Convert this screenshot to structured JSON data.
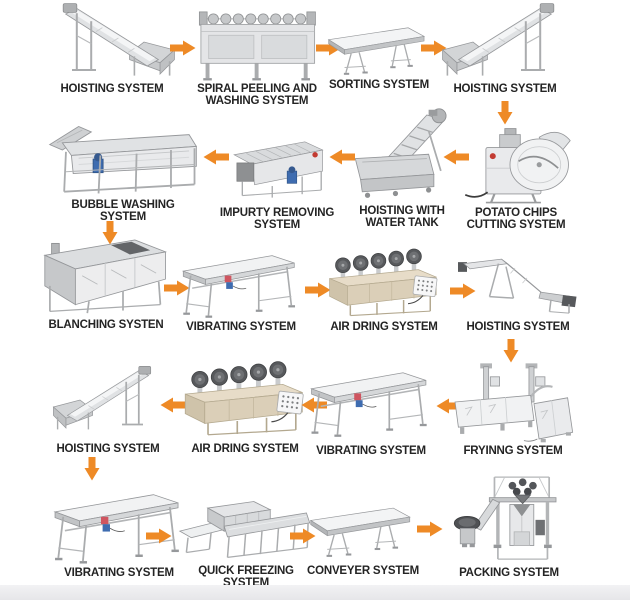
{
  "diagram": {
    "background_color": "#ffffff",
    "bottom_band_color": "#e8e8ea",
    "arrow_color": "#ee8a26",
    "label_color": "#242424",
    "steps": [
      {
        "n": 1,
        "machine": "inclined-hoisting-conveyor",
        "label": [
          "HOISTING SYSTEM"
        ]
      },
      {
        "n": 2,
        "machine": "spiral-peeling-washing-machine",
        "label": [
          "SPIRAL PEELING AND",
          "WASHING  SYSTEM"
        ]
      },
      {
        "n": 3,
        "machine": "belt-conveyor",
        "label": [
          "SORTING SYSTEM"
        ]
      },
      {
        "n": 4,
        "machine": "inclined-hoisting-conveyor",
        "label": [
          "HOISTING SYSTEM"
        ]
      },
      {
        "n": 5,
        "machine": "potato-chips-cutting-machine",
        "label": [
          "POTATO CHIPS",
          "CUTTING SYSTEM"
        ]
      },
      {
        "n": 6,
        "machine": "hoisting-conveyor-with-water-tank",
        "label": [
          "HOISTING  WITH",
          "WATER TANK"
        ]
      },
      {
        "n": 7,
        "machine": "impurity-removing-machine",
        "label": [
          "IMPURTY REMOVING",
          "SYSTEM"
        ]
      },
      {
        "n": 8,
        "machine": "bubble-washing-machine",
        "label": [
          "BUBBLE  WASHING",
          "SYSTEM"
        ]
      },
      {
        "n": 9,
        "machine": "blanching-machine",
        "label": [
          "BLANCHING  SYSTEN"
        ]
      },
      {
        "n": 10,
        "machine": "vibrating-screen",
        "label": [
          "VIBRATING SYSTEM"
        ]
      },
      {
        "n": 11,
        "machine": "air-drying-machine",
        "label": [
          "AIR DRING SYSTEM"
        ]
      },
      {
        "n": 12,
        "machine": "z-type-hoisting-conveyor",
        "label": [
          "HOISTING SYSTEM"
        ]
      },
      {
        "n": 13,
        "machine": "frying-machine",
        "label": [
          "FRYINNG SYSTEM"
        ]
      },
      {
        "n": 14,
        "machine": "vibrating-screen",
        "label": [
          "VIBRATING SYSTEM"
        ]
      },
      {
        "n": 15,
        "machine": "air-drying-machine",
        "label": [
          "AIR DRING SYSTEM"
        ]
      },
      {
        "n": 16,
        "machine": "inclined-hoisting-conveyor",
        "label": [
          "HOISTING SYSTEM"
        ]
      },
      {
        "n": 17,
        "machine": "vibrating-screen",
        "label": [
          "VIBRATING SYSTEM"
        ]
      },
      {
        "n": 18,
        "machine": "quick-freezing-tunnel",
        "label": [
          "QUICK FREEZING",
          "SYSTEM"
        ]
      },
      {
        "n": 19,
        "machine": "belt-conveyor",
        "label": [
          "CONVEYER SYSTEM"
        ]
      },
      {
        "n": 20,
        "machine": "packing-machine",
        "label": [
          "PACKING  SYSTEM"
        ]
      }
    ],
    "connections": [
      {
        "from": 1,
        "to": 2,
        "dir": "right"
      },
      {
        "from": 2,
        "to": 3,
        "dir": "right"
      },
      {
        "from": 3,
        "to": 4,
        "dir": "right"
      },
      {
        "from": 4,
        "to": 5,
        "dir": "down"
      },
      {
        "from": 5,
        "to": 6,
        "dir": "left"
      },
      {
        "from": 6,
        "to": 7,
        "dir": "left"
      },
      {
        "from": 7,
        "to": 8,
        "dir": "left"
      },
      {
        "from": 8,
        "to": 9,
        "dir": "down"
      },
      {
        "from": 9,
        "to": 10,
        "dir": "right"
      },
      {
        "from": 10,
        "to": 11,
        "dir": "right"
      },
      {
        "from": 11,
        "to": 12,
        "dir": "right"
      },
      {
        "from": 12,
        "to": 13,
        "dir": "down"
      },
      {
        "from": 13,
        "to": 14,
        "dir": "left"
      },
      {
        "from": 14,
        "to": 15,
        "dir": "left"
      },
      {
        "from": 15,
        "to": 16,
        "dir": "left"
      },
      {
        "from": 16,
        "to": 17,
        "dir": "down"
      },
      {
        "from": 17,
        "to": 18,
        "dir": "right"
      },
      {
        "from": 18,
        "to": 19,
        "dir": "right"
      },
      {
        "from": 19,
        "to": 20,
        "dir": "right"
      }
    ]
  }
}
